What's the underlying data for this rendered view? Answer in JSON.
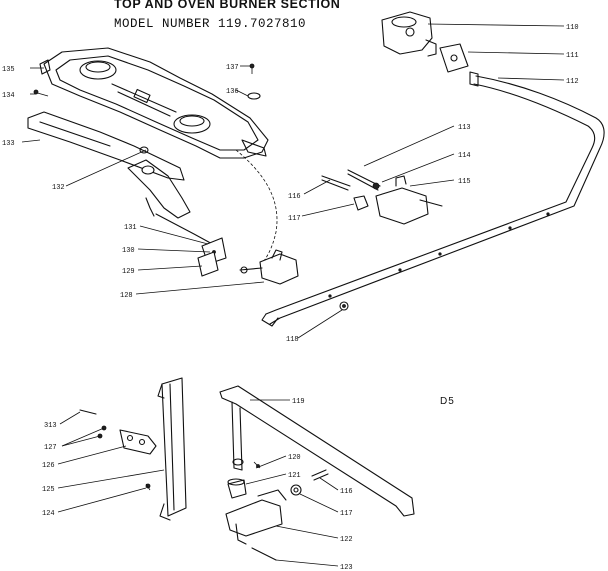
{
  "header": {
    "title": "TOP AND OVEN BURNER SECTION",
    "model": "MODEL NUMBER 119.7027810"
  },
  "section_label": "D5",
  "callouts": {
    "c110": "110",
    "c111": "111",
    "c112": "112",
    "c113": "113",
    "c114": "114",
    "c115": "115",
    "c116a": "116",
    "c117a": "117",
    "c118": "118",
    "c128": "128",
    "c129": "129",
    "c130": "130",
    "c131": "131",
    "c132": "132",
    "c133": "133",
    "c134": "134",
    "c135": "135",
    "c136": "136",
    "c137": "137",
    "c119": "119",
    "c120": "120",
    "c121": "121",
    "c116b": "116",
    "c117b": "117",
    "c122": "122",
    "c123": "123",
    "c313": "313",
    "c127": "127",
    "c126": "126",
    "c125": "125",
    "c124": "124"
  }
}
